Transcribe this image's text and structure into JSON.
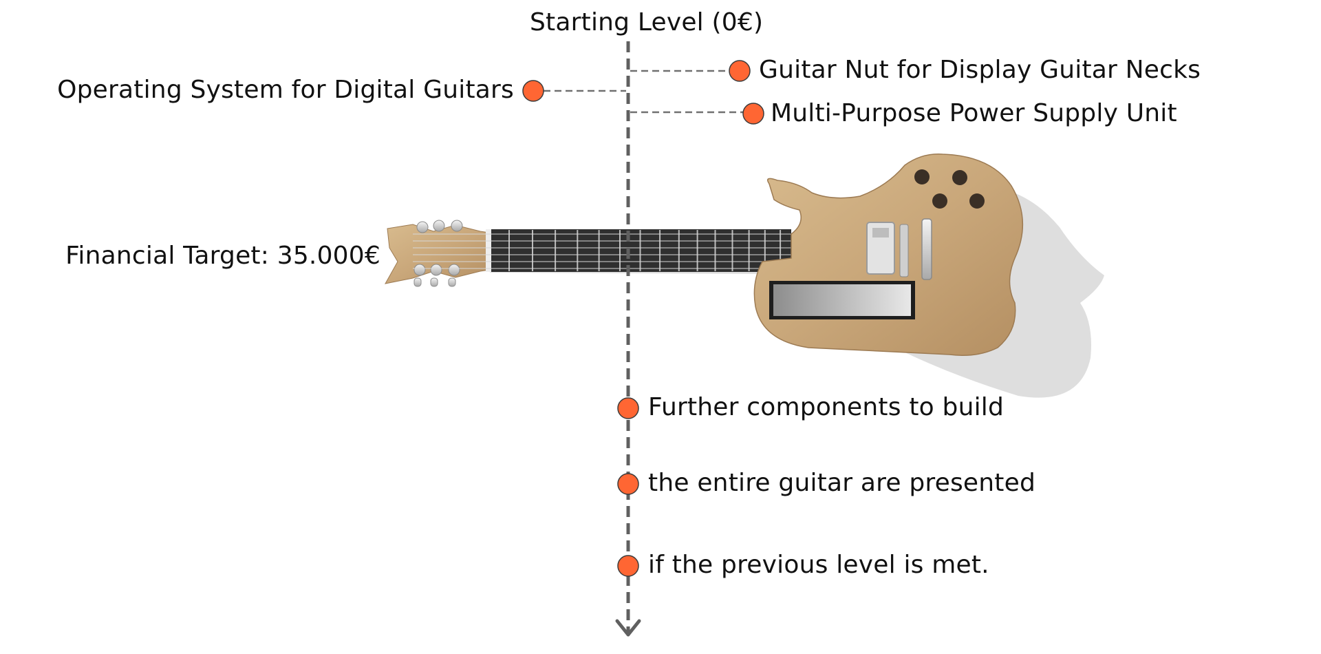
{
  "timeline": {
    "start_label": "Starting Level (0€)",
    "target_label": "Financial Target: 35.000€"
  },
  "milestones": [
    {
      "label": "Guitar Nut for Display Guitar Necks"
    },
    {
      "label": "Operating System for Digital Guitars"
    },
    {
      "label": "Multi-Purpose Power Supply Unit"
    },
    {
      "label": "Further components to build"
    },
    {
      "label": "the entire guitar are presented"
    },
    {
      "label": "if the previous level is met."
    }
  ],
  "colors": {
    "marker": "#ff6633",
    "axis": "#606060",
    "connector": "#707070",
    "wood": "#c9a77a",
    "fretboard": "#2f2f2f",
    "shadow": "#d9d9d9"
  },
  "illustration": "guitar-render"
}
